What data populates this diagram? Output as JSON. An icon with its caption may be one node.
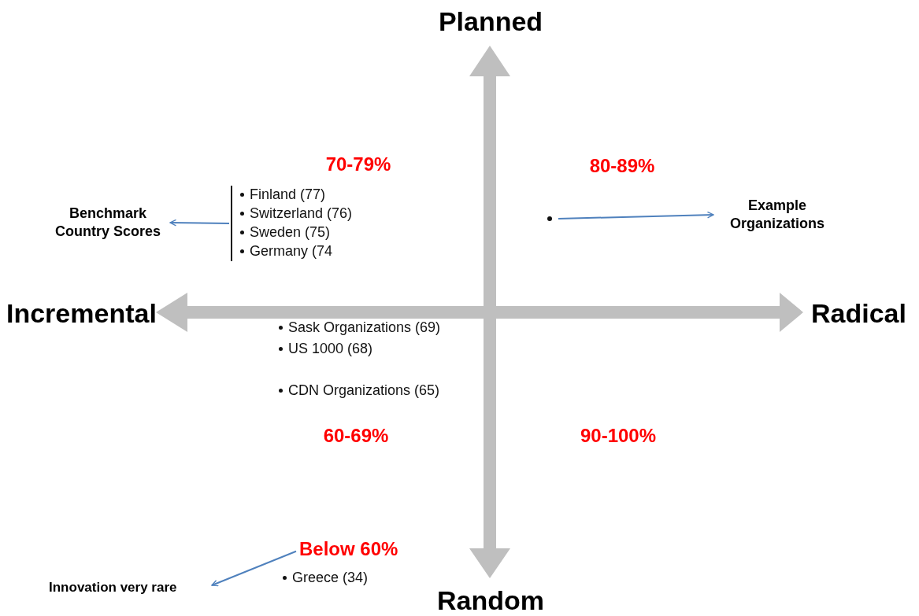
{
  "diagram": {
    "nodes": [
      {
        "text": [
          "Benchmark Country Scores"
        ]
      },
      {
        "text": [
          "Finland (77)",
          "Switzerland (76)",
          "Sweden (75)",
          "Germany (74"
        ]
      },
      {
        "text": [],
        "shape": "circle"
      },
      {
        "text": [
          "Example Organizations"
        ]
      },
      {
        "text": [
          "Below 60%"
        ]
      },
      {
        "text": [
          "Innovation very rare"
        ]
      }
    ],
    "edges": [
      {
        "from": 1,
        "to": 0,
        "arrow": "to"
      },
      {
        "from": 2,
        "to": 3,
        "arrow": "to"
      },
      {
        "from": 4,
        "to": 5,
        "arrow": "to"
      }
    ],
    "labels": [
      "Planned",
      "70-79%",
      "80-89%",
      "Incremental",
      "Radical",
      "Sask Organizations (69)",
      "US 1000 (68)",
      "CDN Organizations (65)",
      "60-69%",
      "90-100%",
      "Greece (34)",
      "Random"
    ]
  }
}
